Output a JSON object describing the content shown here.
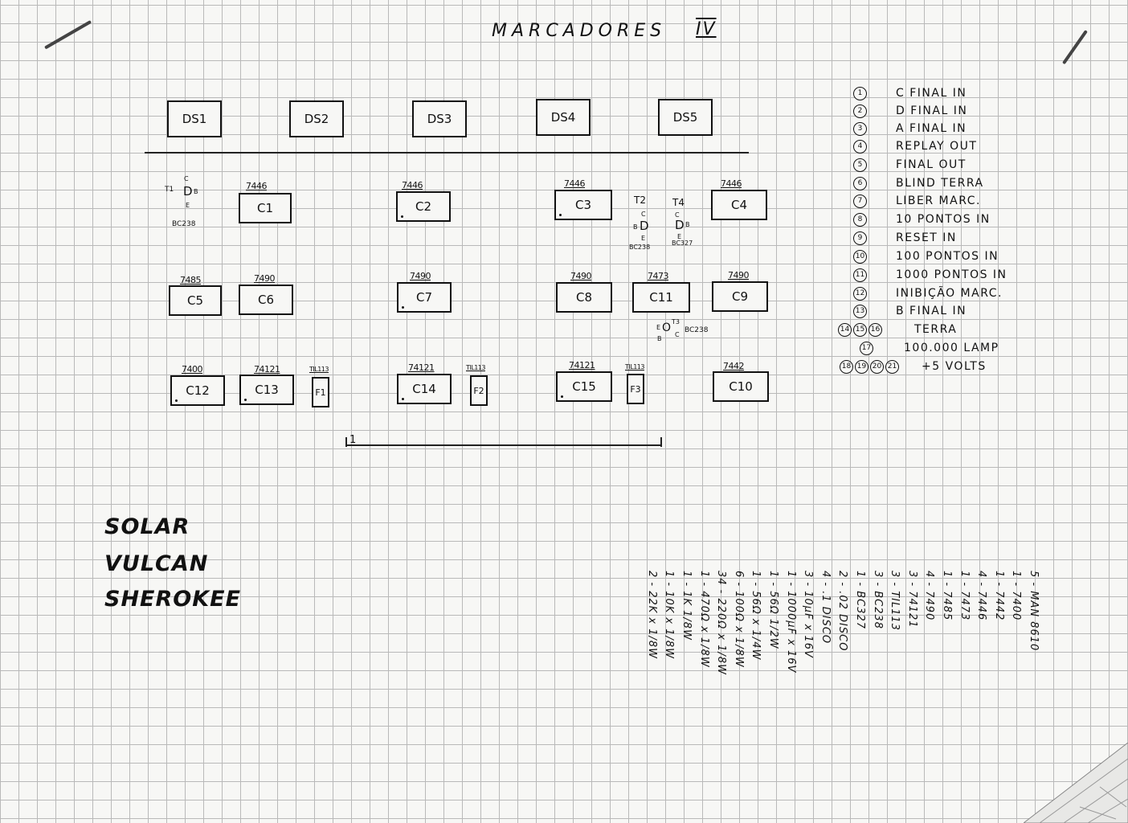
{
  "title": "MARCADORES",
  "title_roman": "IV",
  "displays": [
    "DS1",
    "DS2",
    "DS3",
    "DS4",
    "DS5"
  ],
  "chips": [
    {
      "id": "C1",
      "part": "7446"
    },
    {
      "id": "C2",
      "part": "7446"
    },
    {
      "id": "C3",
      "part": "7446"
    },
    {
      "id": "C4",
      "part": "7446"
    },
    {
      "id": "C5",
      "part": "7485"
    },
    {
      "id": "C6",
      "part": "7490"
    },
    {
      "id": "C7",
      "part": "7490"
    },
    {
      "id": "C8",
      "part": "7490"
    },
    {
      "id": "C11",
      "part": "7473"
    },
    {
      "id": "C9",
      "part": "7490"
    },
    {
      "id": "C12",
      "part": "7400"
    },
    {
      "id": "C13",
      "part": "74121"
    },
    {
      "id": "F1",
      "part": "TIL113"
    },
    {
      "id": "C14",
      "part": "74121"
    },
    {
      "id": "F2",
      "part": "TIL113"
    },
    {
      "id": "C15",
      "part": "74121"
    },
    {
      "id": "F3",
      "part": "TIL113"
    },
    {
      "id": "C10",
      "part": "7442"
    }
  ],
  "transistors": [
    {
      "label": "T1",
      "type": "BC238",
      "pins": [
        "C",
        "B",
        "E"
      ]
    },
    {
      "label": "T2",
      "type": "BC238",
      "pins": [
        "C",
        "B",
        "E"
      ]
    },
    {
      "label": "T4",
      "type": "BC327",
      "pins": [
        "C",
        "B",
        "E"
      ]
    },
    {
      "label": "T3",
      "type": "BC238",
      "pins": [
        "E",
        "B",
        "C"
      ]
    }
  ],
  "connector_mark": "1",
  "pins": [
    {
      "nums": [
        "1"
      ],
      "label": "C FINAL IN"
    },
    {
      "nums": [
        "2"
      ],
      "label": "D FINAL IN"
    },
    {
      "nums": [
        "3"
      ],
      "label": "A FINAL IN"
    },
    {
      "nums": [
        "4"
      ],
      "label": "REPLAY OUT"
    },
    {
      "nums": [
        "5"
      ],
      "label": "FINAL OUT"
    },
    {
      "nums": [
        "6"
      ],
      "label": "BLIND TERRA"
    },
    {
      "nums": [
        "7"
      ],
      "label": "LIBER MARC."
    },
    {
      "nums": [
        "8"
      ],
      "label": "10 PONTOS IN"
    },
    {
      "nums": [
        "9"
      ],
      "label": "RESET IN"
    },
    {
      "nums": [
        "10"
      ],
      "label": "100 PONTOS IN"
    },
    {
      "nums": [
        "11"
      ],
      "label": "1000 PONTOS IN"
    },
    {
      "nums": [
        "12"
      ],
      "label": "INIBIÇÃO MARC."
    },
    {
      "nums": [
        "13"
      ],
      "label": "B FINAL IN"
    },
    {
      "nums": [
        "14",
        "15",
        "16"
      ],
      "label": "TERRA"
    },
    {
      "nums": [
        "17"
      ],
      "label": "100.000 LAMP"
    },
    {
      "nums": [
        "18",
        "19",
        "20",
        "21"
      ],
      "label": "+5 VOLTS"
    }
  ],
  "games": [
    "SOLAR",
    "VULCAN",
    "SHEROKEE"
  ],
  "bom": [
    "5 - MAN 8610",
    "1 - 7400",
    "1 - 7442",
    "4 - 7446",
    "1 - 7473",
    "1 - 7485",
    "4 - 7490",
    "3 - 74121",
    "3 - TIL113",
    "3 - BC238",
    "1 - BC327",
    "2 - .02 DISCO",
    "4 - .1 DISCO",
    "3 - 10µF x 16V",
    "1 - 1000µF x 16V",
    "1 - 56Ω 1/2W",
    "1 - 56Ω x 1/4W",
    "6 - 100Ω x 1/8W",
    "34 - 220Ω x 1/8W",
    "1 - 470Ω x 1/8W",
    "1 - 1K 1/8W",
    "1 - 10K x 1/8W",
    "2 - 22K x 1/8W"
  ]
}
